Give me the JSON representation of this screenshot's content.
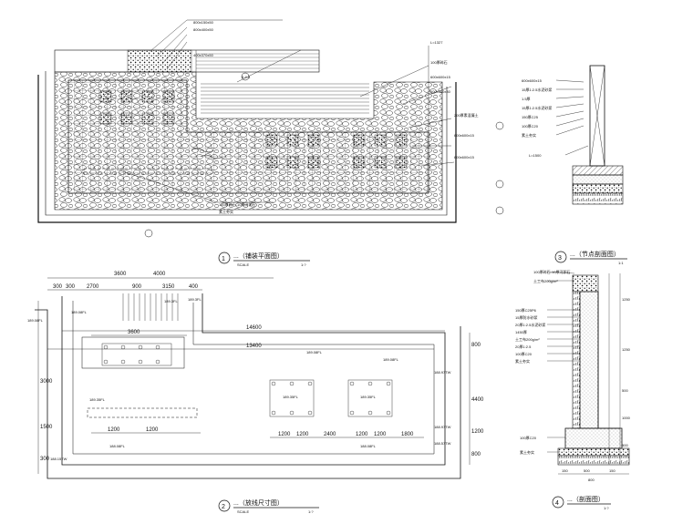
{
  "drawing": {
    "view1": {
      "number": "1",
      "title": "...（铺装平面图）",
      "scale_label": "SCALE",
      "scale_value": "1:?",
      "tag_top": "6-4-4",
      "annotations_top": [
        "800x150x50",
        "800x400x50",
        "400x370x50"
      ],
      "annotations_right": [
        "L=1327",
        "100厚碎石",
        "600x600x15",
        "600x300x30",
        "200厚素混凝土",
        "600x600x15",
        "600x600x15"
      ],
      "annotations_bottom": [
        "100厚碎石-10厚河卵石",
        "素土夯实"
      ]
    },
    "view2": {
      "number": "2",
      "title": "...（放线尺寸图）",
      "scale_label": "SCALE",
      "scale_value": "1:?",
      "dims_top": [
        "3600",
        "4000",
        "2700",
        "900",
        "3150",
        "400",
        "300",
        "300"
      ],
      "dim_total": "14600",
      "dim_inner": "13400",
      "dim_inner2": "3600",
      "dims_bottom_left": [
        "1200",
        "1200"
      ],
      "dims_bottom_right": [
        "1200",
        "1200",
        "2400",
        "1200",
        "1200",
        "1800"
      ],
      "dims_vertical_left": [
        "3000",
        "1500",
        "300"
      ],
      "dims_vertical_right": [
        "800",
        "4400",
        "1200",
        "800"
      ],
      "levels": [
        "189.3FL",
        "189.3FL",
        "189.08FL",
        "189.35FL",
        "189.35FL",
        "189.35FL",
        "189.08FL",
        "189.08FL",
        "188.97TW",
        "188.97TW",
        "188.57TW",
        "188.15TW",
        "188.08FL",
        "188.08FL",
        "189.08FL"
      ]
    },
    "view3": {
      "number": "3",
      "title": "...（节点剖面图）",
      "scale_value": "1:1",
      "labels": [
        "600x600x15",
        "15厚1:2.5水泥砂浆",
        "1.5厚",
        "15厚1:2.5水泥砂浆",
        "150厚C25",
        "100厚C20",
        "素土夯实"
      ],
      "note": "L=1500"
    },
    "view4": {
      "number": "4",
      "title": "...（剖面图）",
      "scale_value": "1:?",
      "labels": [
        "100厚碎石-10厚河卵石",
        "土工布200g/m²",
        "150厚C25P6",
        "15厚防水砂浆",
        "20厚1:2.5水泥砂浆",
        "1450厚",
        "土工布200g/m²",
        "20厚1:2.5",
        "100厚C20",
        "素土夯实",
        "100厚C20",
        "素土夯实"
      ],
      "dims_right": [
        "1250",
        "1250",
        "500",
        "1000",
        "500"
      ],
      "dims_bottom": [
        "150",
        "500",
        "150"
      ],
      "dim_base": "800"
    }
  }
}
